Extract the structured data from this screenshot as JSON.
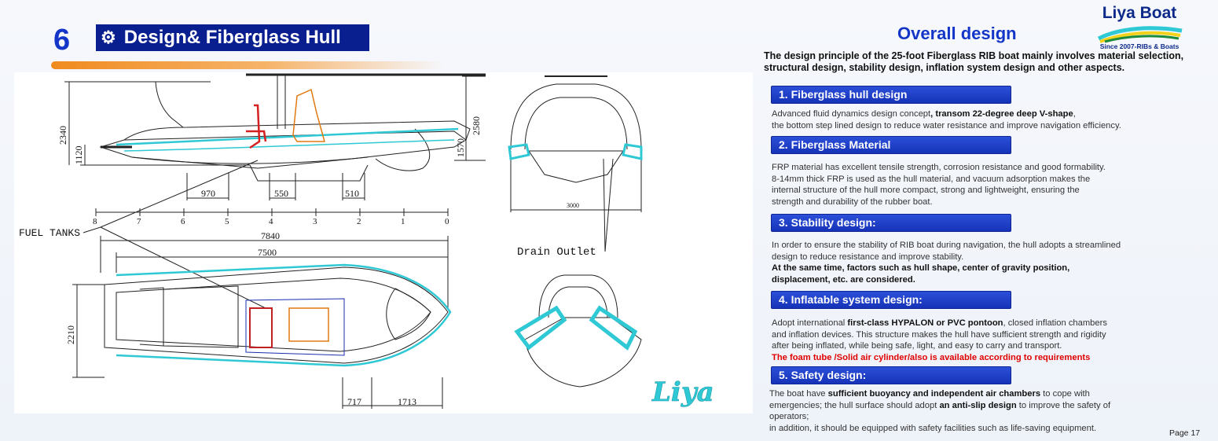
{
  "header": {
    "page_number": "6",
    "title": "Design& Fiberglass Hull",
    "gear_icon": "⚙"
  },
  "logo": {
    "name": "Liya Boat",
    "tagline": "Since 2007-RIBs & Boats",
    "script_text": "Liya"
  },
  "drawing": {
    "dims": {
      "height_overall": "2340",
      "height_side": "1120",
      "height_rear": "2580",
      "height_rear2": "1570",
      "d970": "970",
      "d550": "550",
      "d510": "510",
      "width_rear": "3000",
      "length_overall": "7840",
      "length_hull": "7500",
      "beam": "2210",
      "d717": "717",
      "d1713": "1713"
    },
    "scale_ticks": [
      "8",
      "7",
      "6",
      "5",
      "4",
      "3",
      "2",
      "1",
      "0"
    ],
    "labels": {
      "fuel_tanks": "FUEL TANKS",
      "drain_outlet": "Drain Outlet"
    }
  },
  "right": {
    "heading": "Overall design",
    "intro": "The design principle of the 25-foot Fiberglass RIB boat mainly involves material selection, structural design, stability design, inflation system design and other aspects.",
    "sections": [
      {
        "title": "1. Fiberglass hull design",
        "p1a": "Advanced fluid dynamics design concept",
        "p1b": ", transom 22-degree deep V-shape",
        "p1c": ",",
        "p2": "the bottom step lined design to reduce water resistance and improve navigation efficiency."
      },
      {
        "title": "2. Fiberglass Material",
        "lines": [
          "FRP material has excellent tensile strength, corrosion resistance and good formability.",
          "8-14mm thick FRP is used as the hull material, and vacuum adsorption makes the",
          "internal structure of the hull more compact, strong and lightweight, ensuring the",
          "strength and durability of the rubber boat."
        ]
      },
      {
        "title": "3. Stability design:",
        "lines": [
          "In order to ensure the stability of RIB boat during navigation, the hull adopts a streamlined",
          "design to reduce resistance and improve stability."
        ],
        "bold_lines": [
          "At the same time, factors such as hull shape, center of gravity position,",
          "displacement, etc. are considered."
        ]
      },
      {
        "title": "4. Inflatable system design:",
        "l1a": "Adopt international ",
        "l1b": "first-class HYPALON or PVC pontoon",
        "l1c": ",  closed inflation chambers",
        "lines": [
          "and inflation devices. This structure makes the hull have sufficient strength and rigidity",
          "after being inflated, while being safe, light, and easy to carry and transport."
        ],
        "red_line": "The foam tube /Solid air cylinder/also is available according to requirements"
      },
      {
        "title": "5. Safety design:",
        "l1a": "The boat have ",
        "l1b": "sufficient buoyancy and independent air chambers",
        "l1c": " to cope with",
        "l2a": "emergencies; the hull surface should adopt ",
        "l2b": "an anti-slip design",
        "l2c": " to improve the safety of",
        "l3": "operators;",
        "l4": "in addition, it should be equipped with safety facilities such as life-saving equipment."
      }
    ]
  },
  "footer": {
    "page_label": "Page 17"
  },
  "colors": {
    "title_bg": "#0a1f8f",
    "accent_blue": "#1436c8",
    "section_bg": "#1533b8",
    "orange": "#f08a1e",
    "red": "#e00000",
    "teal": "#2fc9d6"
  }
}
